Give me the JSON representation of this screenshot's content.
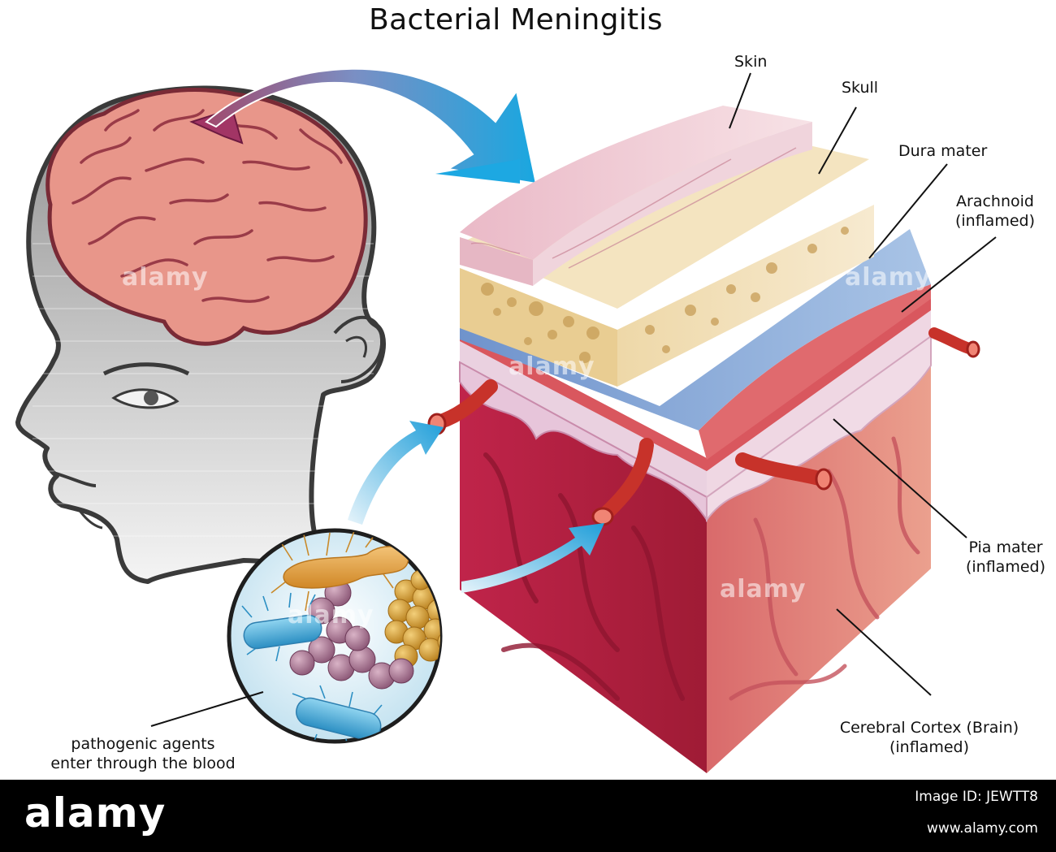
{
  "title": "Bacterial Meningitis",
  "labels": {
    "skin": "Skin",
    "skull": "Skull",
    "dura": "Dura mater",
    "arachnoid_1": "Arachnoid",
    "arachnoid_2": "(inflamed)",
    "pia_1": "Pia mater",
    "pia_2": "(inflamed)",
    "cortex_1": "Cerebral Cortex (Brain)",
    "cortex_2": "(inflamed)",
    "pathogen_1": "pathogenic agents",
    "pathogen_2": "enter through the blood"
  },
  "watermark": "alamy",
  "footer": {
    "logo": "alamy",
    "image_id": "Image ID: JEWTT8",
    "url": "www.alamy.com"
  },
  "colors": {
    "brain": "#e8968a",
    "skin": "#f0cfd4",
    "skull": "#efdcae",
    "dura": "#7d9ed2",
    "arachnoid": "#d9575e",
    "pia": "#e7c5da",
    "cortex_front": "#c22a45",
    "cortex_side": "#de7b74",
    "arrow": "#2fa7dd",
    "vessel": "#d23a2a"
  }
}
